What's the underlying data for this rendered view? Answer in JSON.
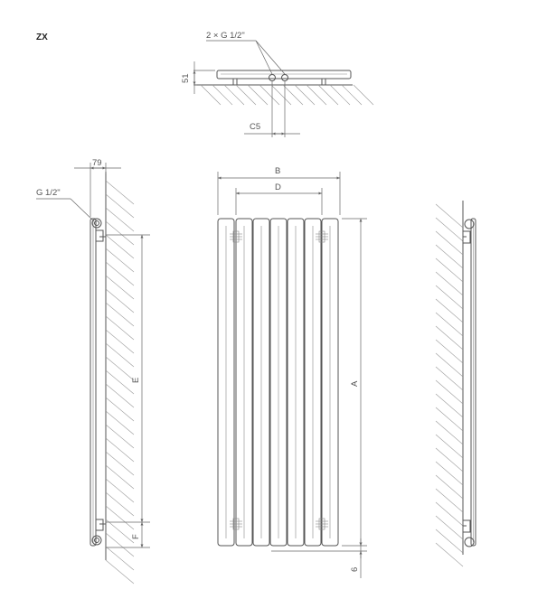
{
  "model": "ZX",
  "labels": {
    "connection_top": "2 × G 1/2\"",
    "connection_side": "G 1/2\"",
    "dim_51": "51",
    "dim_c5": "C5",
    "dim_79": "79",
    "dim_b": "B",
    "dim_d": "D",
    "dim_a": "A",
    "dim_e": "E",
    "dim_f": "F",
    "dim_6": "6"
  },
  "colors": {
    "line": "#555555",
    "hatch": "#999999"
  }
}
